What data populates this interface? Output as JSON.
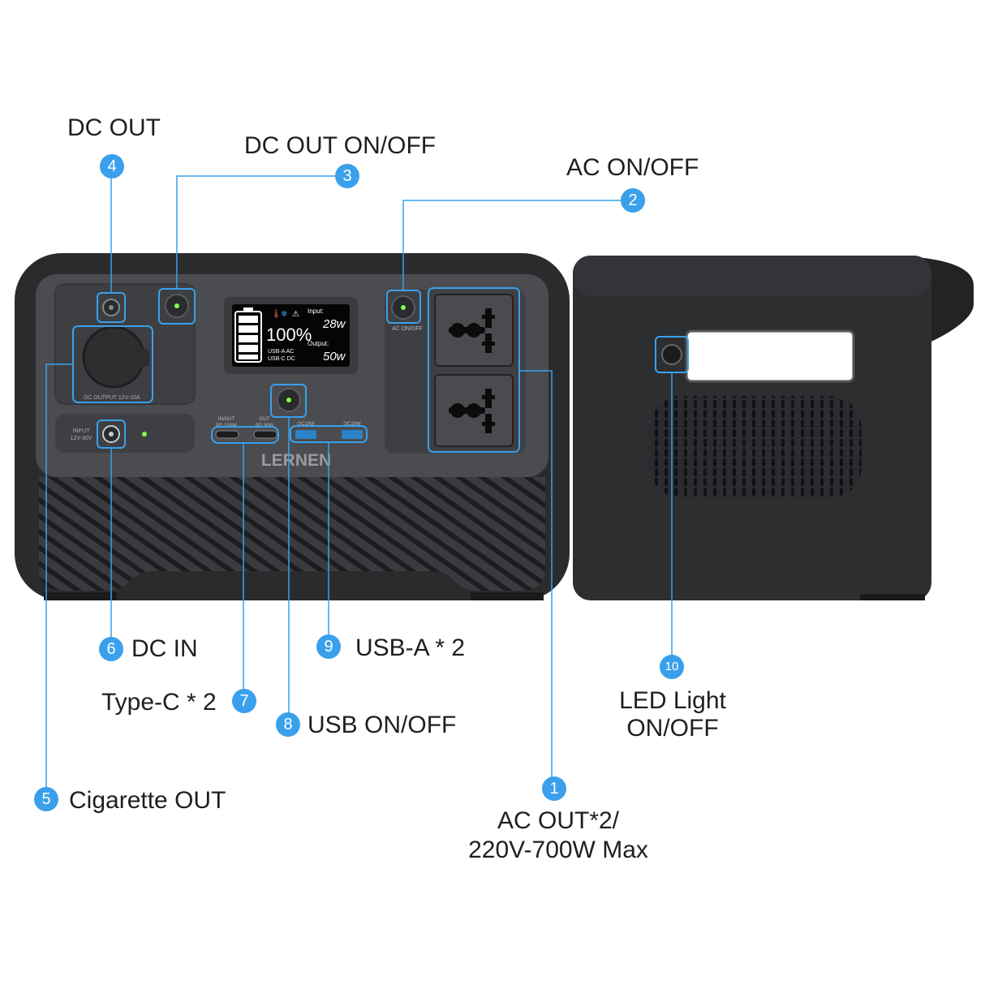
{
  "brand": "LERNEN",
  "colors": {
    "callout": "#3aa0ec",
    "device_body": "#2a2b2d",
    "panel": "#4b4c4f",
    "led": "#7dff4a"
  },
  "display": {
    "percent": "100%",
    "input_label": "Input:",
    "input_value": "28w",
    "output_label": "Output:",
    "output_value": "50w",
    "row1": "USB-A  AC",
    "row2": "USB-C  DC"
  },
  "panel_texts": {
    "dc_output": "DC OUTPUT 12V-10A",
    "input_line1": "INPUT",
    "input_line2": "12V-30V",
    "ac_onoff": "AC ON/OFF",
    "typec1_line1": "IN/OUT",
    "typec1_line2": "PD 100W",
    "typec2_line1": "OUT",
    "typec2_line2": "PD 30W",
    "usba1": "QC18W",
    "usba2": "QC18W"
  },
  "callouts": [
    {
      "id": "ac-out",
      "number": "1",
      "lines": [
        "AC OUT*2/",
        "220V-700W Max"
      ]
    },
    {
      "id": "ac-onoff",
      "number": "2",
      "lines": [
        "AC ON/OFF"
      ]
    },
    {
      "id": "dc-out-onoff",
      "number": "3",
      "lines": [
        "DC OUT ON/OFF"
      ]
    },
    {
      "id": "dc-out",
      "number": "4",
      "lines": [
        "DC OUT"
      ]
    },
    {
      "id": "cigarette-out",
      "number": "5",
      "lines": [
        "Cigarette OUT"
      ]
    },
    {
      "id": "dc-in",
      "number": "6",
      "lines": [
        "DC IN"
      ]
    },
    {
      "id": "type-c",
      "number": "7",
      "lines": [
        "Type-C * 2"
      ]
    },
    {
      "id": "usb-onoff",
      "number": "8",
      "lines": [
        "USB ON/OFF"
      ]
    },
    {
      "id": "usb-a",
      "number": "9",
      "lines": [
        "USB-A * 2"
      ]
    },
    {
      "id": "led-light",
      "number": "10",
      "lines": [
        "LED Light",
        "ON/OFF"
      ]
    }
  ]
}
